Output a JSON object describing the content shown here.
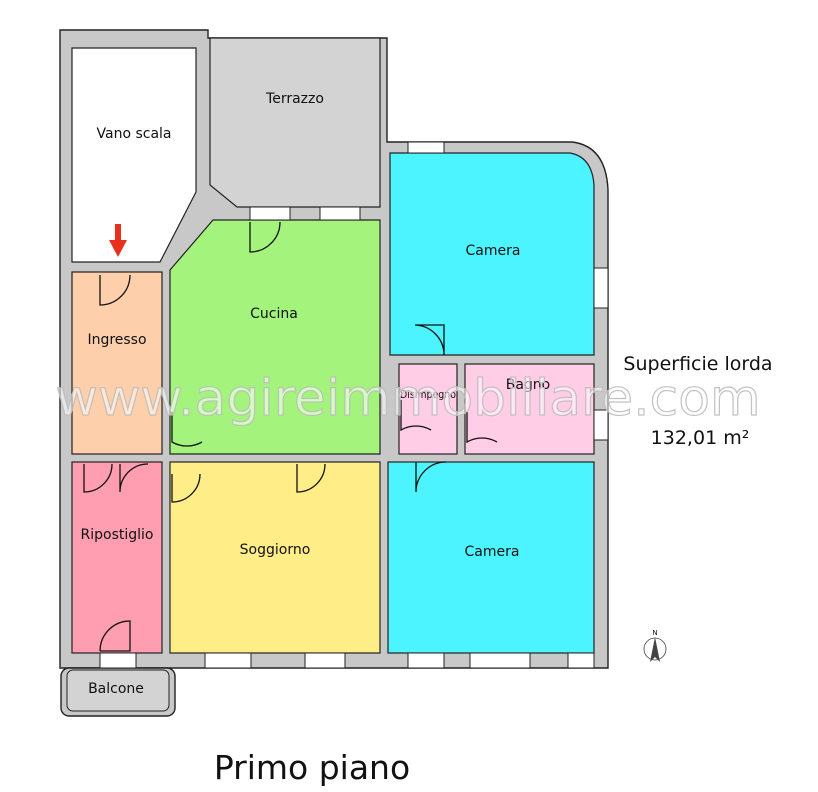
{
  "rooms": {
    "vano_scala": "Vano scala",
    "terrazzo": "Terrazzo",
    "camera_top": "Camera",
    "ingresso": "Ingresso",
    "cucina": "Cucina",
    "disimpegno": "Disimpegno",
    "bagno": "Bagno",
    "ripostiglio": "Ripostiglio",
    "soggiorno": "Soggiorno",
    "camera_bottom": "Camera",
    "balcone": "Balcone"
  },
  "area": {
    "label": "Superficie lorda",
    "value": "132,01 m²"
  },
  "watermark": "www.agireimmobiliare.com",
  "floor_title": "Primo piano",
  "compass": {
    "letter": "N"
  },
  "colors": {
    "wall": "#c8c8c8",
    "vano_scala": "#ffffff",
    "terrazzo": "#d3d3d3",
    "camera": "#4cf4ff",
    "ingresso": "#fdcfaa",
    "cucina": "#a3f37c",
    "disimpegno": "#ffcde6",
    "bagno": "#ffcde6",
    "ripostiglio": "#ff9eb0",
    "soggiorno": "#ffed88",
    "balcone": "#d3d3d3",
    "entrance_arrow": "#e8301d"
  }
}
